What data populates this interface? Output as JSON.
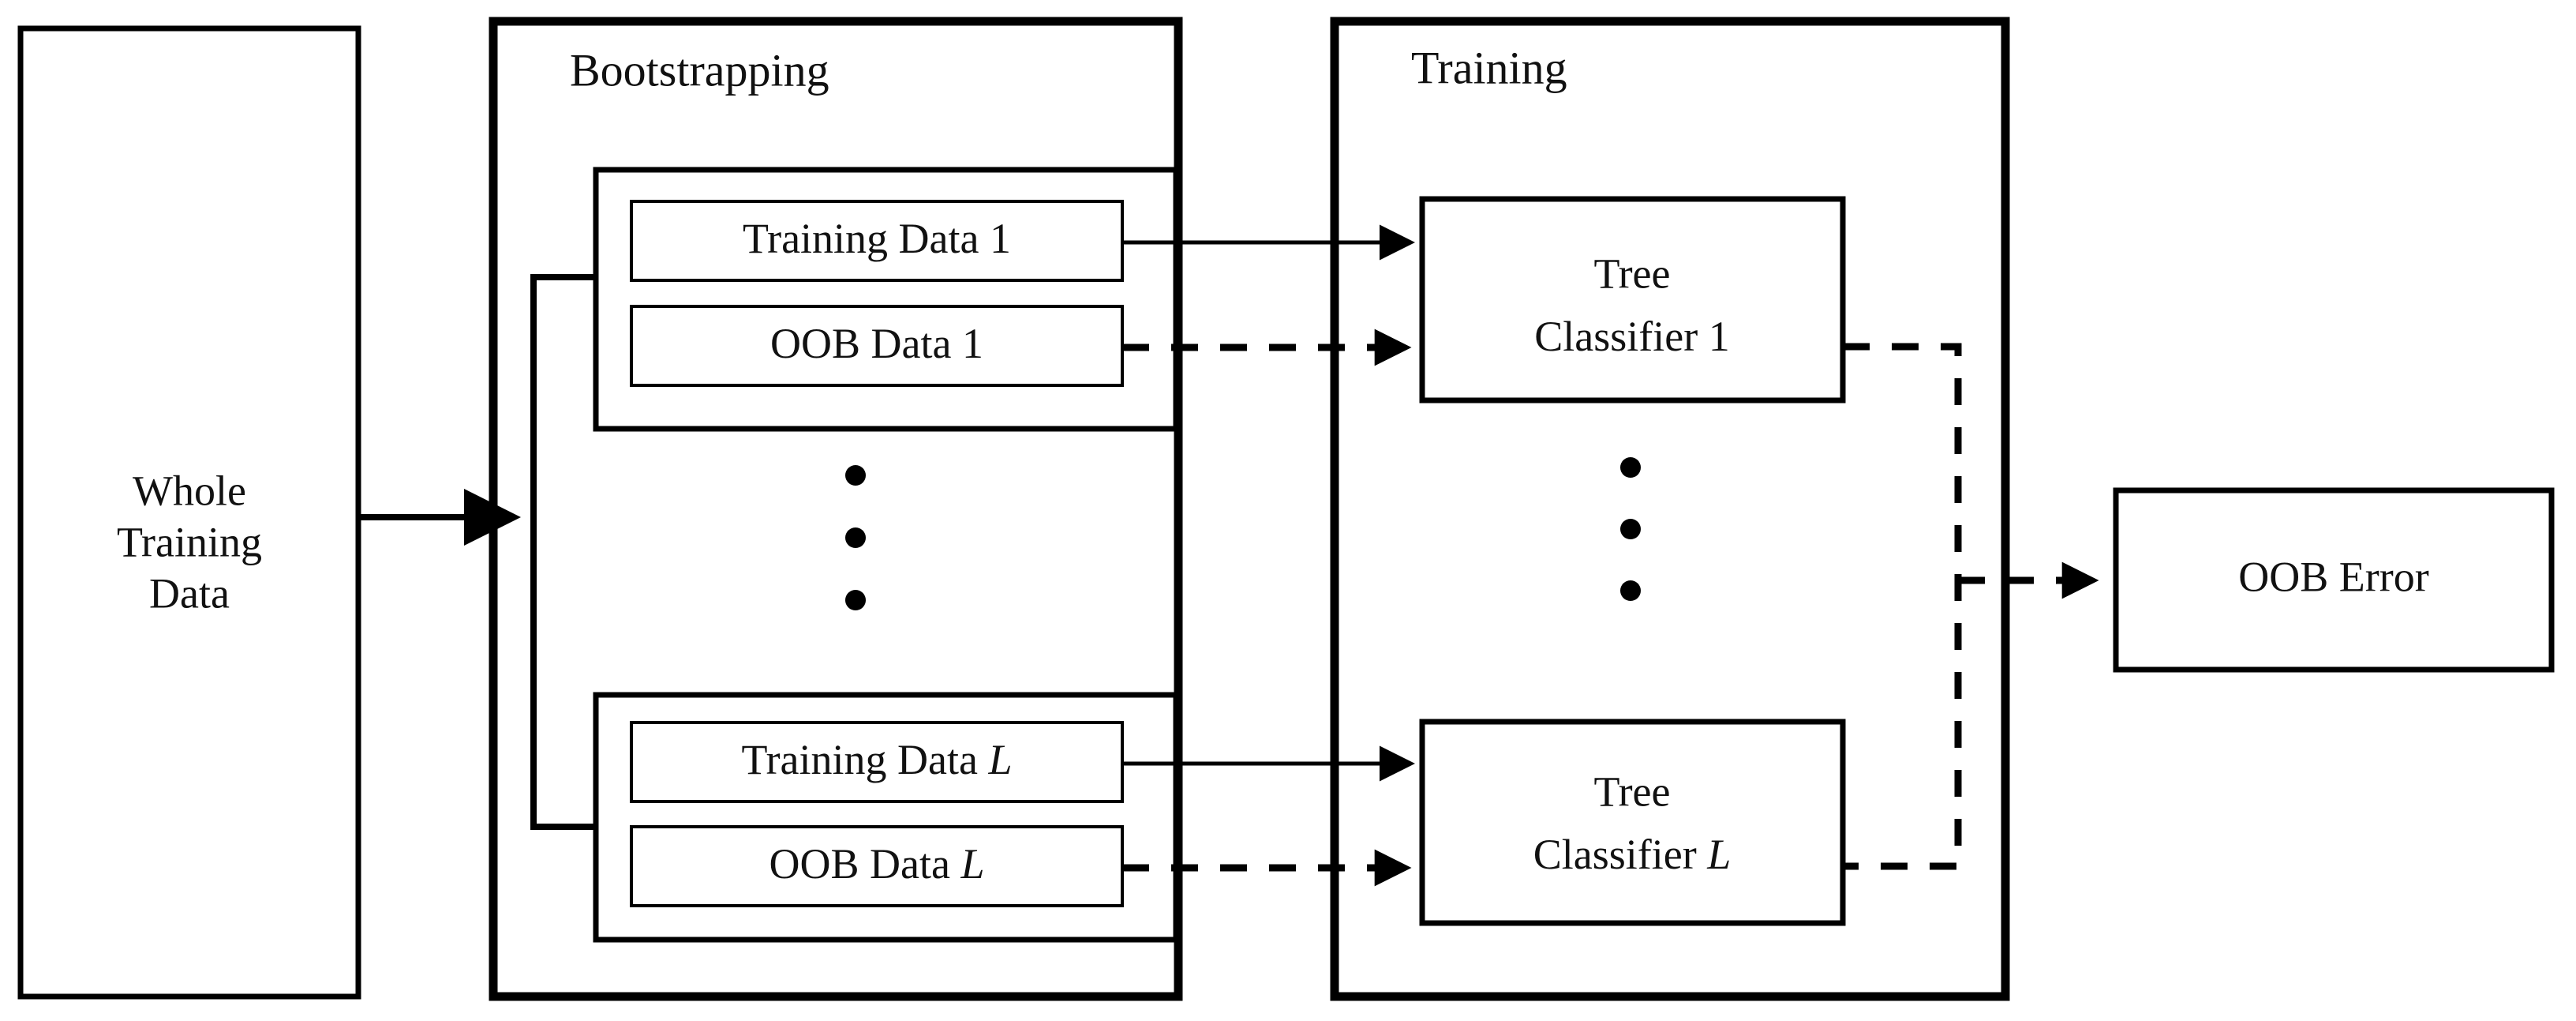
{
  "diagram": {
    "title_present": false,
    "sections": {
      "bootstrapping_label": "Bootstrapping",
      "training_label": "Training"
    },
    "nodes": {
      "whole_training_data": {
        "line1": "Whole",
        "line2": "Training",
        "line3": "Data"
      },
      "training_data_1": {
        "text": "Training Data ",
        "index": "1"
      },
      "oob_data_1": {
        "text": "OOB Data ",
        "index": "1"
      },
      "training_data_l": {
        "text": "Training Data ",
        "index": "L"
      },
      "oob_data_l": {
        "text": "OOB Data ",
        "index": "L"
      },
      "tree_classifier_1": {
        "line1": "Tree",
        "line2": "Classifier ",
        "index": "1"
      },
      "tree_classifier_l": {
        "line1": "Tree",
        "line2": "Classifier ",
        "index": "L"
      },
      "oob_error": {
        "text": "OOB Error"
      }
    },
    "ellipsis": {
      "glyph": "•",
      "count": 3
    },
    "colors": {
      "stroke": "#000000",
      "fill": "#ffffff",
      "text": "#111111"
    },
    "edges": [
      {
        "id": "whole-to-bootstrap",
        "style": "solid",
        "arrow": true
      },
      {
        "id": "bootstrap-split-top",
        "style": "solid",
        "arrow": false
      },
      {
        "id": "bootstrap-split-bottom",
        "style": "solid",
        "arrow": false
      },
      {
        "id": "trainingdata1-to-tree1",
        "style": "solid",
        "arrow": true
      },
      {
        "id": "oobdata1-to-tree1",
        "style": "dashed",
        "arrow": true
      },
      {
        "id": "trainingdatal-to-treel",
        "style": "solid",
        "arrow": true
      },
      {
        "id": "oobdatal-to-treel",
        "style": "dashed",
        "arrow": true
      },
      {
        "id": "tree1-to-ooberror",
        "style": "dashed",
        "arrow": false
      },
      {
        "id": "treel-to-ooberror",
        "style": "dashed",
        "arrow": false
      },
      {
        "id": "merge-to-ooberror",
        "style": "dashed",
        "arrow": true
      }
    ]
  }
}
